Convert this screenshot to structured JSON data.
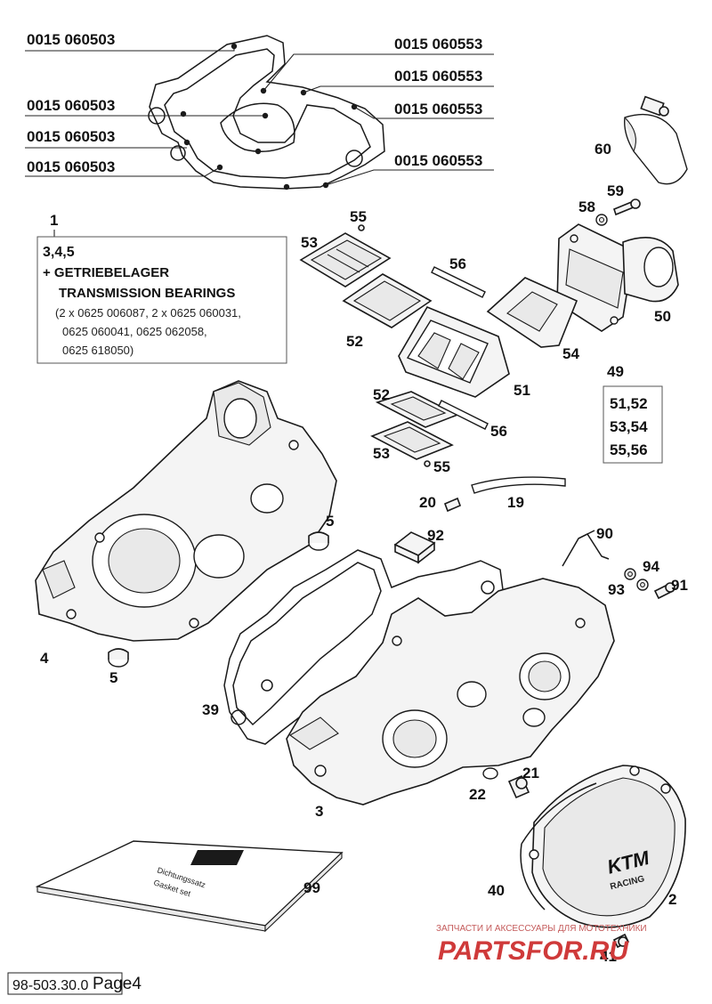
{
  "gasket_part_numbers": {
    "left_1": "0015 060503",
    "left_2": "0015 060503",
    "left_3": "0015 060503",
    "left_4": "0015 060503",
    "right_1": "0015 060553",
    "right_2": "0015 060553",
    "right_3": "0015 060553",
    "right_4": "0015 060553"
  },
  "kit_box": {
    "item": "1",
    "line1": "3,4,5",
    "line2": "+ GETRIEBELAGER",
    "line3": "TRANSMISSION BEARINGS",
    "line4": "(2 x 0625 006087, 2 x 0625 060031,",
    "line5": "0625 060041, 0625 062058,",
    "line6": "0625 618050)"
  },
  "reed_kit_box": {
    "item": "49",
    "line1": "51,52",
    "line2": "53,54",
    "line3": "55,56"
  },
  "callouts": {
    "c60": "60",
    "c59": "59",
    "c58": "58",
    "c55a": "55",
    "c53a": "53",
    "c56a": "56",
    "c50": "50",
    "c52a": "52",
    "c54": "54",
    "c51": "51",
    "c52b": "52",
    "c56b": "56",
    "c53b": "53",
    "c55b": "55",
    "c20": "20",
    "c19": "19",
    "c5a": "5",
    "c92": "92",
    "c90": "90",
    "c94": "94",
    "c93": "93",
    "c91": "91",
    "c4": "4",
    "c5b": "5",
    "c39": "39",
    "c21": "21",
    "c22": "22",
    "c3": "3",
    "c99": "99",
    "c40": "40",
    "c2": "2",
    "c41": "41"
  },
  "manual_cover": {
    "line1": "Dichtungssatz",
    "line2": "Gasket set"
  },
  "cover_logo": {
    "brand": "KTM",
    "sub": "RACING"
  },
  "watermark": {
    "tagline": "ЗАПЧАСТИ И АКСЕССУАРЫ ДЛЯ МОТОТЕХНИКИ",
    "site": "PARTSFOR.RU"
  },
  "footer": {
    "code": "98-503.30.0",
    "page": "Page4"
  },
  "colors": {
    "line": "#1a1a1a",
    "watermark": "#cf3a3a"
  },
  "icons": {
    "gasket_marker": "filled-dot"
  }
}
